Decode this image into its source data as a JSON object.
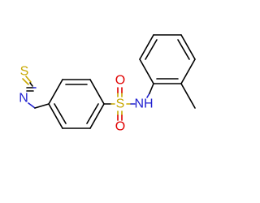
{
  "molecule": {
    "atoms": {
      "thiocarbonyl_s": {
        "symbol": "S",
        "color": "#c8a800"
      },
      "isothiocyanate_n": {
        "symbol": "N",
        "color": "#1f1fd0"
      },
      "sulfonyl_s": {
        "symbol": "S",
        "color": "#c8a800"
      },
      "oxygen_top": {
        "symbol": "O",
        "color": "#e00000"
      },
      "oxygen_bottom": {
        "symbol": "O",
        "color": "#e00000"
      },
      "amide_n": {
        "symbol": "NH",
        "color": "#1f1fd0"
      }
    },
    "bond_color": "#000000"
  }
}
